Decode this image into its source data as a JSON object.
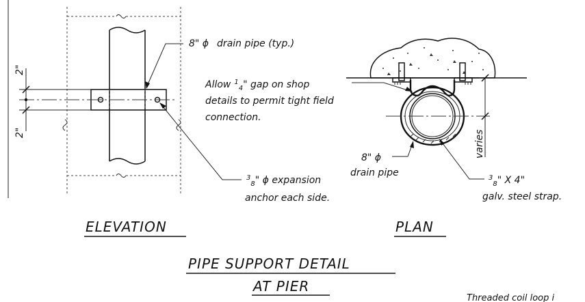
{
  "views": {
    "elevation_title": "ELEVATION",
    "plan_title": "PLAN"
  },
  "detail_title": {
    "line1": "PIPE SUPPORT DETAIL",
    "line2": "AT PIER"
  },
  "elevation": {
    "drain_pipe_prefix": "8\" ϕ",
    "drain_pipe_rest": "drain pipe (typ.)",
    "dim_top": "2\"",
    "dim_bottom": "2\"",
    "anchor_num": "3",
    "anchor_den": "8",
    "anchor_rest": "\" ϕ expansion",
    "anchor_line2": "anchor each side."
  },
  "plan": {
    "gap_prefix": "Allow",
    "gap_num": "1",
    "gap_den": "4",
    "gap_rest": "\" gap on shop",
    "gap_line2": "details to permit tight field",
    "gap_line3": "connection.",
    "pipe_line1": "8\" ϕ",
    "pipe_line2": "drain pipe",
    "strap_num": "3",
    "strap_den": "8",
    "strap_rest": "\" X 4\"",
    "strap_line2": "galv. steel strap.",
    "varies": "varies"
  },
  "partial_note": "Threaded coil loop i"
}
